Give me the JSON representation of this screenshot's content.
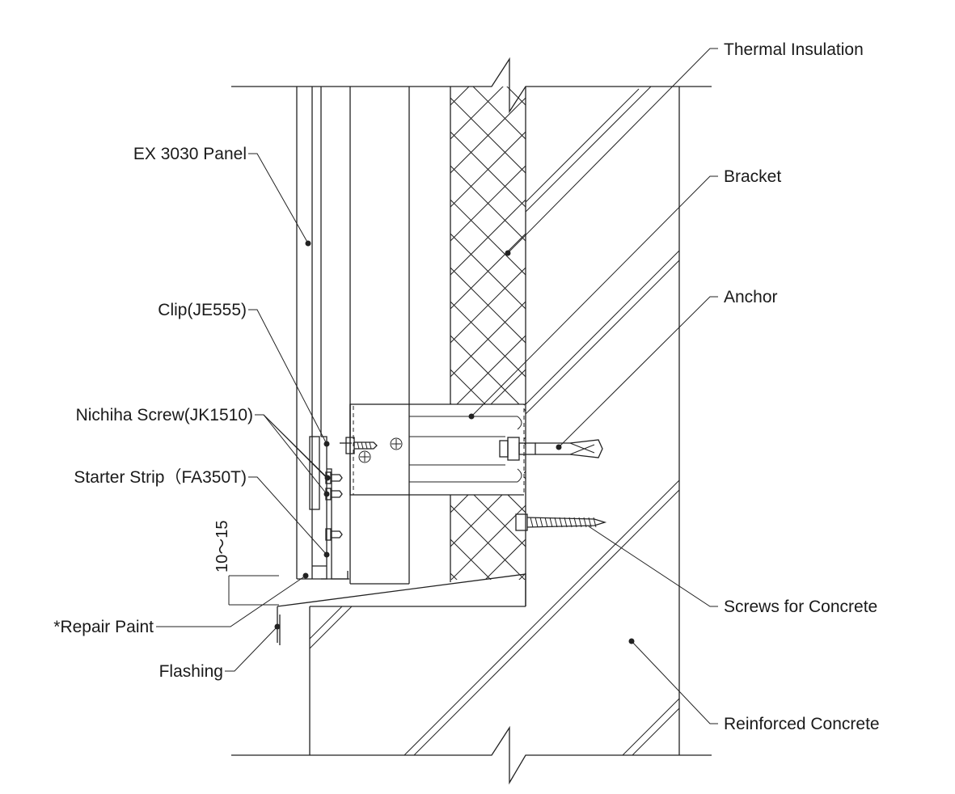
{
  "labels": {
    "thermal_insulation": "Thermal Insulation",
    "ex_panel": "EX 3030 Panel",
    "bracket": "Bracket",
    "anchor": "Anchor",
    "clip": "Clip(JE555)",
    "nichiha_screw": "Nichiha Screw(JK1510)",
    "starter_strip": "Starter Strip（FA350T)",
    "screws_concrete": "Screws for Concrete",
    "repair_paint": "*Repair Paint",
    "flashing": "Flashing",
    "reinforced_concrete": "Reinforced Concrete"
  },
  "dimension": {
    "gap": "10～15"
  }
}
